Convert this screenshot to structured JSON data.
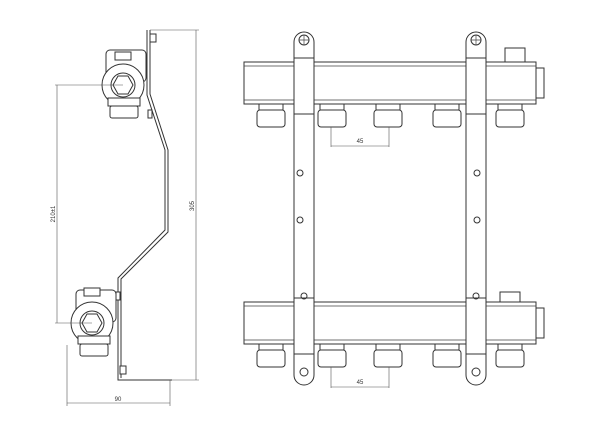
{
  "drawing": {
    "side_view": {
      "dim_height_total": "305",
      "dim_axis_distance": "210±1",
      "dim_depth": "90"
    },
    "front_view": {
      "dim_outlet_pitch_top": "45",
      "dim_outlet_pitch_bottom": "45",
      "outlets_per_manifold": 5
    },
    "line_color": "#333333"
  }
}
